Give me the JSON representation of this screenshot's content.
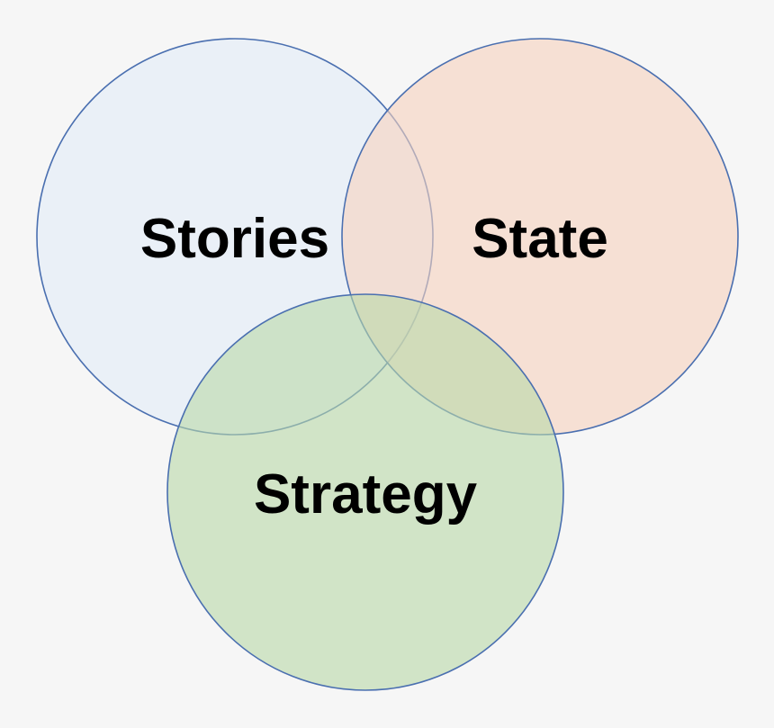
{
  "diagram": {
    "type": "venn",
    "colors": {
      "background": "#f6f6f6",
      "stroke": "#4a6fb0"
    },
    "sets": [
      {
        "label": "Stories",
        "fill": "#e2ecf8",
        "fill_opacity": 0.6
      },
      {
        "label": "State",
        "fill": "#f6d2be",
        "fill_opacity": 0.6
      },
      {
        "label": "Strategy",
        "fill": "#b9d8a8",
        "fill_opacity": 0.6
      }
    ]
  }
}
